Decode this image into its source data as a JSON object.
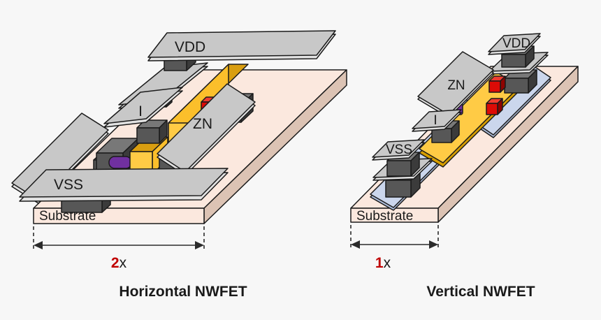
{
  "figure": {
    "left": {
      "title": "Horizontal NWFET",
      "scale_value": "2",
      "scale_unit": "x",
      "labels": {
        "vdd": "VDD",
        "input": "I",
        "output": "ZN",
        "vss": "VSS",
        "substrate": "Substrate"
      }
    },
    "right": {
      "title": "Vertical NWFET",
      "scale_value": "1",
      "scale_unit": "x",
      "labels": {
        "vdd": "VDD",
        "input": "I",
        "output": "ZN",
        "vss": "VSS",
        "substrate": "Substrate"
      }
    }
  },
  "colors": {
    "bg": "#f7f7f7",
    "outline": "#1b1b1b",
    "text": "#1a1a1a",
    "substrateTop": "#fbe8de",
    "substrateFront": "#fbe8de",
    "substrateSide": "#dcc3b4",
    "plateTop": "#c8c8c8",
    "plateEdge": "#e2e2e2",
    "viaFront": "#575757",
    "viaTop": "#787878",
    "viaSide": "#3b3b3b",
    "gateBright": "#fbbf2b",
    "gateFront": "#ffcb45",
    "gateTop": "#d99e10",
    "gateEdge": "#d79e00",
    "nwireN": "#7030a0",
    "nwirePFront": "#dc0b06",
    "nwirePTop": "#f03c30",
    "nwirePSide": "#8f0300",
    "bluePlateTop": "#cbd6ec",
    "bluePlateEdge": "#aebedc",
    "dimLine": "#2b2b2b",
    "dimAccent": "#c00000"
  }
}
